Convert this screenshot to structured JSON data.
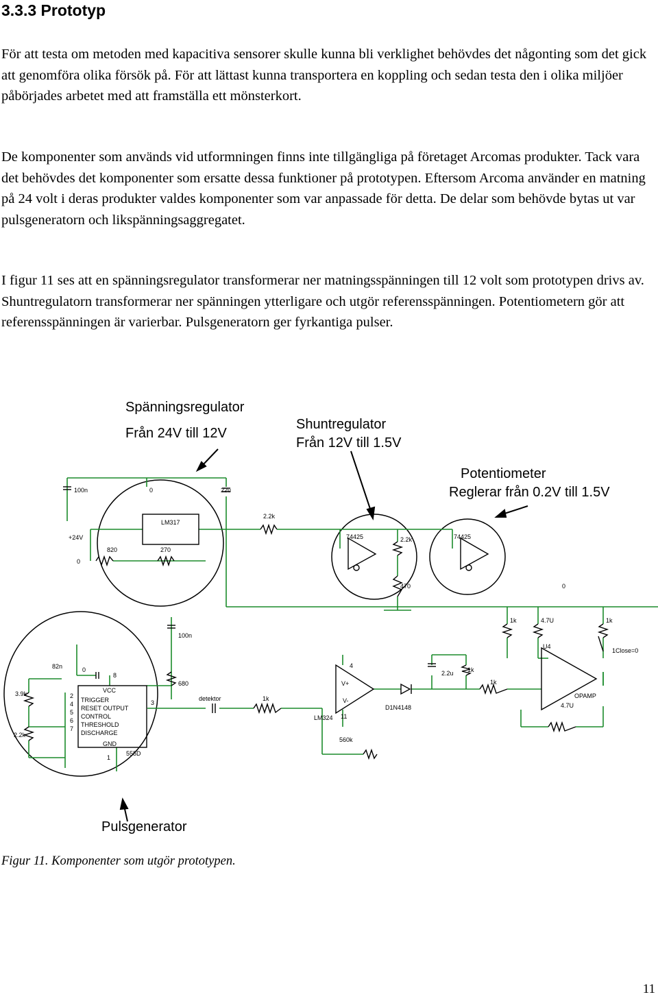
{
  "section": {
    "heading": "3.3.3 Prototyp"
  },
  "paragraphs": [
    "För att testa om metoden med kapacitiva sensorer skulle kunna bli verklighet behövdes det någonting som det gick att genomföra olika försök på. För att lättast kunna transportera en koppling och sedan testa den i olika miljöer påbörjades arbetet med att framställa ett mönsterkort.",
    "De komponenter som används vid utformningen finns inte tillgängliga på företaget Arcomas produkter. Tack vara det behövdes det komponenter som ersatte dessa funktioner på prototypen. Eftersom Arcoma använder en matning på 24 volt i deras produkter valdes komponenter som var anpassade för detta. De delar som behövde bytas ut var pulsgeneratorn och likspänningsaggregatet.",
    "I figur 11 ses att en spänningsregulator transformerar ner matningsspänningen till 12 volt som prototypen drivs av. Shuntregulatorn transformerar ner spänningen ytterligare och utgör referensspänningen. Potentiometern gör att referensspänningen är varierbar. Pulsgeneratorn ger fyrkantiga pulser."
  ],
  "figure": {
    "annotations": {
      "spanningsregulator_title": "Spänningsregulator",
      "spanningsregulator_range": "Från 24V till 12V",
      "shunt_title": "Shuntregulator",
      "shunt_range": "Från 12V till 1.5V",
      "pot_title": "Potentiometer",
      "pot_range": "Reglerar från 0.2V till 1.5V",
      "pulsgenerator": "Pulsgenerator"
    },
    "parts": {
      "c_100n_top": "100n",
      "gnd_0_top": "0",
      "c_22u": "22u",
      "lm317": "LM317",
      "supply": "+24V",
      "gnd_0_left": "0",
      "r_820": "820",
      "r_270": "270",
      "r_22k_top": "2.2k",
      "tl431_a": "74425",
      "tl431_b": "74425",
      "r_22k_shunt": "2.2k",
      "r_470": "470",
      "gnd_0_right": "0",
      "r_1k_a": "1k",
      "r_47u": "4.7U",
      "r_1k_b": "1k",
      "u4": "U4",
      "switch_label": "1Close=0",
      "c_100n_mid": "100n",
      "c_82n": "82n",
      "gnd_0_555": "0",
      "pin_8": "8",
      "r_39k": "3.9k",
      "r_22k_555": "2.2k",
      "vcc": "VCC",
      "trigger": "TRIGGER",
      "reset_output": "RESET  OUTPUT",
      "control": "CONTROL",
      "threshold": "THRESHOLD",
      "discharge": "DISCHARGE",
      "gnd": "GND",
      "pin_2": "2",
      "pin_4": "4",
      "pin_5": "5",
      "pin_6": "6",
      "pin_7": "7",
      "pin_3": "3",
      "pin_1": "1",
      "ic_555": "555D",
      "r_680": "680",
      "detektor": "detektor",
      "r_1k_c": "1k",
      "opamp_pin4": "4",
      "v_plus": "V+",
      "v_minus": "V-",
      "opamp_pin11": "11",
      "lm324": "LM324",
      "r_560k": "560k",
      "diode": "D1N4148",
      "c_22u_b": "2.2u",
      "r_1k_d": "1k",
      "r_1k_e": "1k",
      "opamp_label": "OPAMP",
      "r_47u_b": "4.7U"
    },
    "colors": {
      "wire": "#1a8a2a",
      "component": "#000000",
      "annotation": "#000000"
    }
  },
  "caption": "Figur 11. Komponenter som utgör prototypen.",
  "page_number": "11"
}
